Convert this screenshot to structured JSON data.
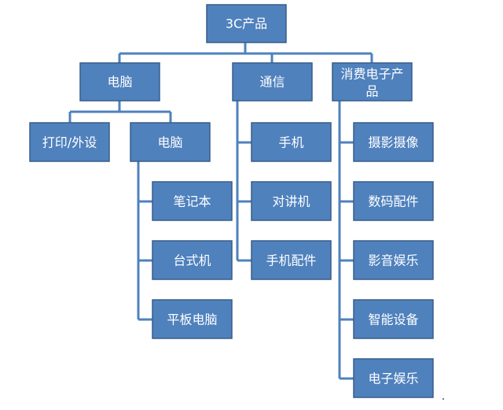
{
  "nodes": {
    "root": "3C产品",
    "computers": "电脑",
    "communication": "通信",
    "consumer_electronics_line1": "消费电子产",
    "consumer_electronics_line2": "品",
    "print_peripherals": "打印/外设",
    "computers_sub": "电脑",
    "laptop": "笔记本",
    "desktop": "台式机",
    "tablet": "平板电脑",
    "mobile_phone": "手机",
    "walkie_talkie": "对讲机",
    "phone_accessories": "手机配件",
    "photo_video": "摄影摄像",
    "digital_accessories": "数码配件",
    "audio_video_entertainment": "影音娱乐",
    "smart_devices": "智能设备",
    "electronic_entertainment": "电子娱乐"
  },
  "colors": {
    "node_fill": "#4f81bd",
    "node_border": "#385d8a",
    "text": "#ffffff"
  }
}
